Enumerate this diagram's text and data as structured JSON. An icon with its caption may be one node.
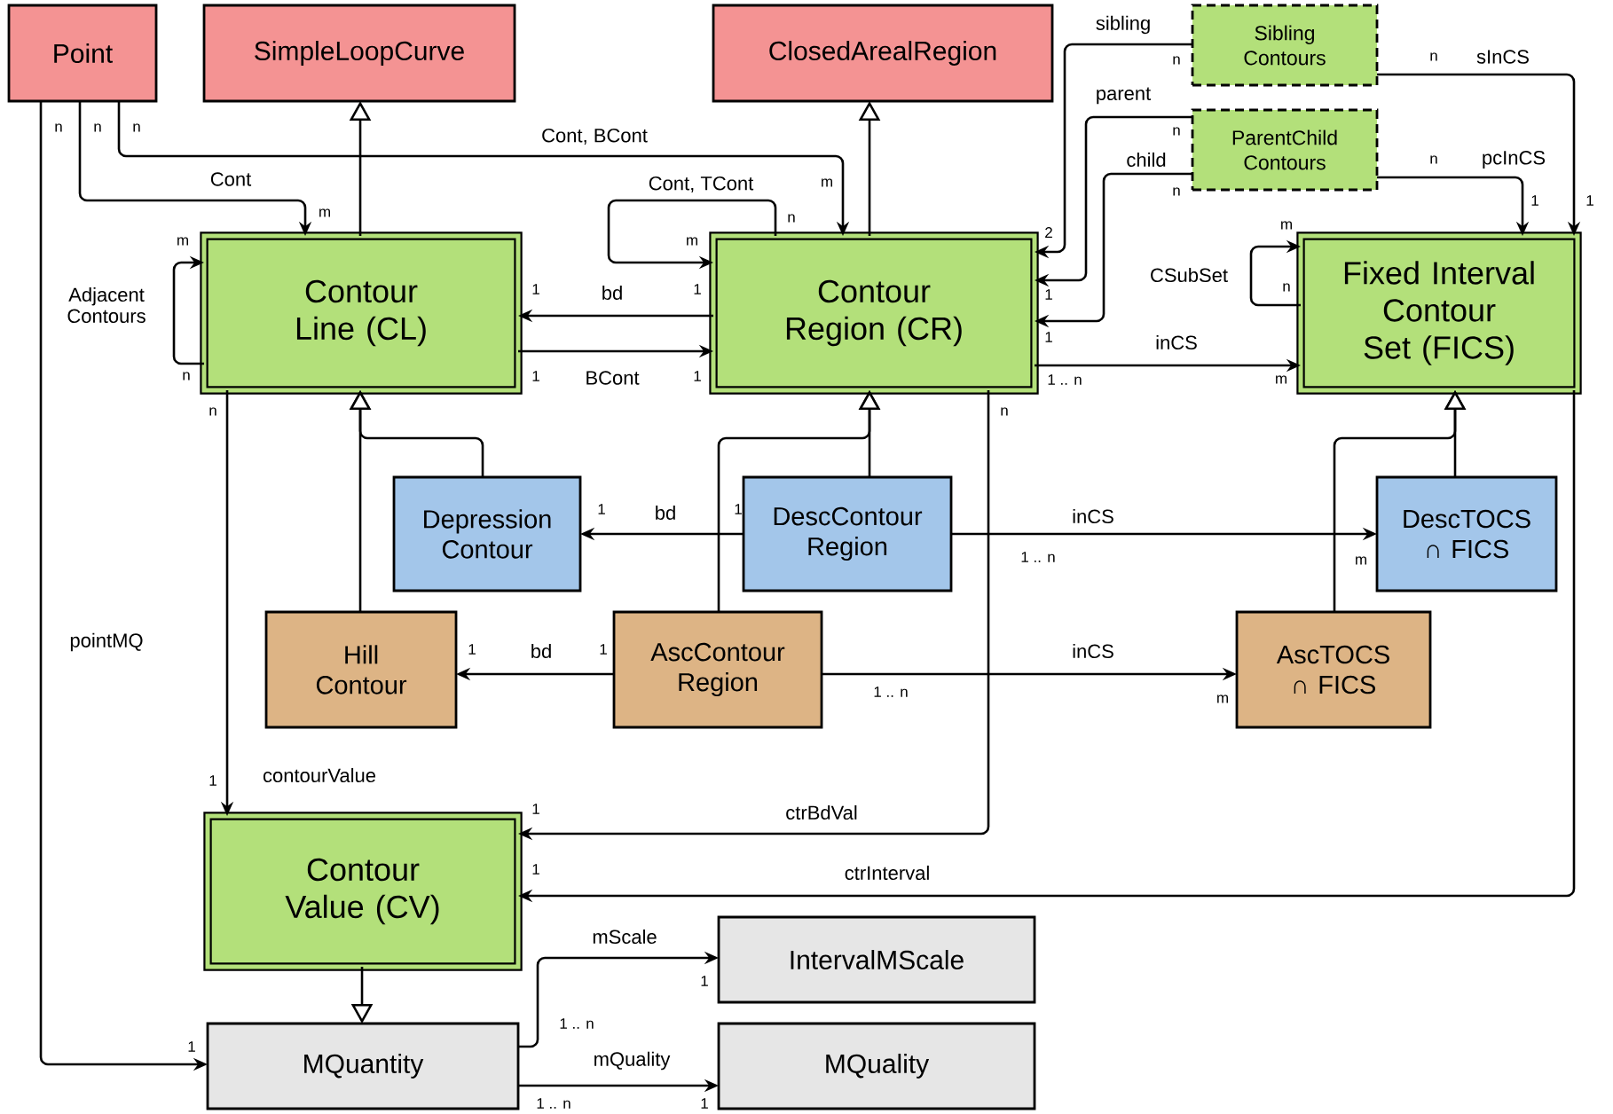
{
  "diagram": {
    "nodes": [
      {
        "text": [
          "Point"
        ]
      },
      {
        "text": [
          "SimpleLoopCurve"
        ]
      },
      {
        "text": [
          "ClosedArealRegion"
        ]
      },
      {
        "text": [
          "Sibling Contours"
        ]
      },
      {
        "text": [
          "ParentChild Contours"
        ]
      },
      {
        "text": [
          "Contour Line (CL)"
        ]
      },
      {
        "text": [
          "Contour Region (CR)"
        ]
      },
      {
        "text": [
          "Fixed Interval Contour Set (FICS)"
        ]
      },
      {
        "text": [
          "Depression Contour"
        ]
      },
      {
        "text": [
          "DescContour Region"
        ]
      },
      {
        "text": [
          "DescTOCS ∩ FICS"
        ]
      },
      {
        "text": [
          "Hill Contour"
        ]
      },
      {
        "text": [
          "AscContour Region"
        ]
      },
      {
        "text": [
          "AscTOCS ∩ FICS"
        ]
      },
      {
        "text": [
          "Contour Value (CV)"
        ]
      },
      {
        "text": [
          "IntervalMScale"
        ]
      },
      {
        "text": [
          "MQuantity"
        ]
      },
      {
        "text": [
          "MQuality"
        ]
      }
    ],
    "edges": [
      {
        "from": 0,
        "to": 5,
        "arrow": "to",
        "label": "Cont"
      },
      {
        "from": 0,
        "to": 6,
        "arrow": "to",
        "label": "Cont, BCont"
      },
      {
        "from": 0,
        "to": 16,
        "arrow": "to",
        "label": "pointMQ"
      },
      {
        "from": 5,
        "to": 1,
        "arrow": "to"
      },
      {
        "from": 6,
        "to": 2,
        "arrow": "to"
      },
      {
        "from": 6,
        "to": 6,
        "arrow": "to",
        "label": "Cont, TCont"
      },
      {
        "from": 6,
        "to": 5,
        "arrow": "to",
        "label": "bd"
      },
      {
        "from": 5,
        "to": 6,
        "arrow": "to",
        "label": "BCont"
      },
      {
        "from": 5,
        "to": 5,
        "arrow": "to",
        "label": "Adjacent Contours"
      },
      {
        "from": 3,
        "to": 6,
        "arrow": "to",
        "label": "sibling"
      },
      {
        "from": 4,
        "to": 6,
        "arrow": "to",
        "label": "parent"
      },
      {
        "from": 4,
        "to": 6,
        "arrow": "to",
        "label": "child"
      },
      {
        "from": 3,
        "to": 7,
        "arrow": "to",
        "label": "sInCS"
      },
      {
        "from": 4,
        "to": 7,
        "arrow": "to",
        "label": "pcInCS"
      },
      {
        "from": 7,
        "to": 7,
        "arrow": "to",
        "label": "CSubSet"
      },
      {
        "from": 6,
        "to": 7,
        "arrow": "to",
        "label": "inCS"
      },
      {
        "from": 8,
        "to": 5,
        "arrow": "to"
      },
      {
        "from": 11,
        "to": 5,
        "arrow": "to"
      },
      {
        "from": 9,
        "to": 6,
        "arrow": "to"
      },
      {
        "from": 12,
        "to": 6,
        "arrow": "to"
      },
      {
        "from": 10,
        "to": 7,
        "arrow": "to"
      },
      {
        "from": 13,
        "to": 7,
        "arrow": "to"
      },
      {
        "from": 9,
        "to": 8,
        "arrow": "to",
        "label": "bd"
      },
      {
        "from": 12,
        "to": 11,
        "arrow": "to",
        "label": "bd"
      },
      {
        "from": 9,
        "to": 10,
        "arrow": "to",
        "label": "inCS"
      },
      {
        "from": 12,
        "to": 13,
        "arrow": "to",
        "label": "inCS"
      },
      {
        "from": 5,
        "to": 14,
        "arrow": "to",
        "label": "contourValue"
      },
      {
        "from": 6,
        "to": 14,
        "arrow": "to",
        "label": "ctrBdVal"
      },
      {
        "from": 7,
        "to": 14,
        "arrow": "to",
        "label": "ctrInterval"
      },
      {
        "from": 14,
        "to": 16,
        "arrow": "to"
      },
      {
        "from": 16,
        "to": 15,
        "arrow": "to",
        "label": "mScale"
      },
      {
        "from": 16,
        "to": 17,
        "arrow": "to",
        "label": "mQuality"
      }
    ],
    "labels": [
      "n",
      "n",
      "n",
      "n",
      "n",
      "n",
      "n",
      "m",
      "n",
      "1",
      "1",
      "m",
      "n",
      "2",
      "m",
      "m",
      "m",
      "1",
      "1",
      "1",
      "n",
      "1",
      "n",
      "1",
      "1",
      "1 .. n",
      "m",
      "n",
      "n",
      "1",
      "1",
      "1 .. n",
      "m",
      "1",
      "1",
      "1 .. n",
      "m",
      "1",
      "1",
      "1",
      "1",
      "1 .. n",
      "1",
      "1 .. n",
      "1"
    ]
  }
}
